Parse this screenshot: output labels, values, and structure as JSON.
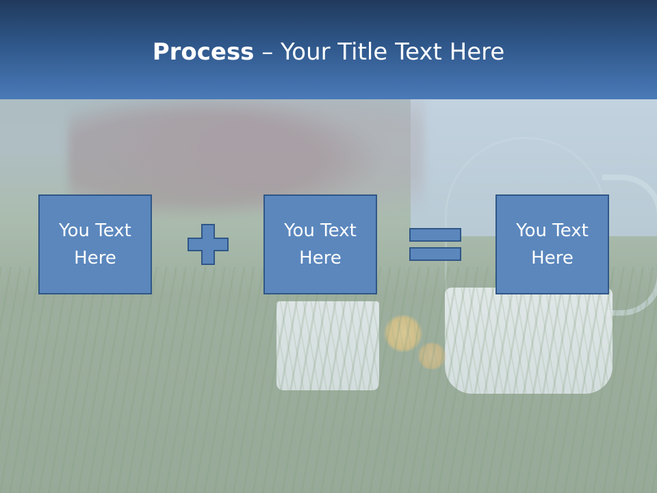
{
  "slide": {
    "title_bold": "Process",
    "title_rest": " – Your Title Text Here"
  },
  "process": {
    "boxes": [
      {
        "line1": "You Text",
        "line2": "Here"
      },
      {
        "line1": "You Text",
        "line2": "Here"
      },
      {
        "line1": "You Text",
        "line2": "Here"
      }
    ],
    "operators": [
      "plus-icon",
      "equals-icon"
    ]
  },
  "colors": {
    "box_fill": "#5b87bd",
    "box_border": "#2f5686",
    "title_bar_top": "#203a5c",
    "title_bar_bottom": "#4a7ab8"
  }
}
